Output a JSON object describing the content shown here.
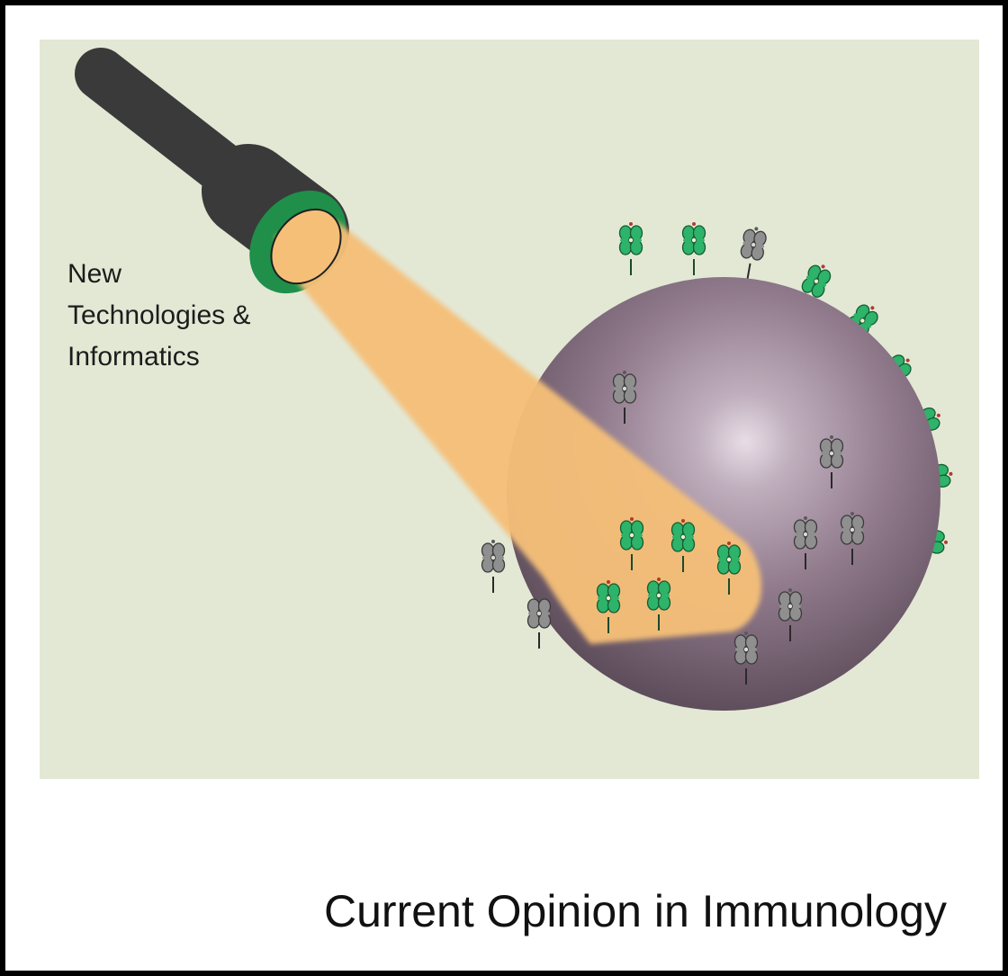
{
  "figure": {
    "label_lines": [
      "New",
      "Technologies &",
      "Informatics"
    ],
    "journal": "Current Opinion in Immunology"
  },
  "colors": {
    "background_panel": "#e3e8d5",
    "flashlight_body": "#3a3a3a",
    "flashlight_ring": "#1f8f4a",
    "light_beam": "#f5bf78",
    "cell": "#8a7486",
    "receptor_highlighted": "#2eb36a",
    "receptor_other": "#8c8c8c"
  },
  "icons": {
    "flashlight": "flashlight-icon",
    "cell": "cell-icon",
    "receptor": "receptor-icon"
  }
}
